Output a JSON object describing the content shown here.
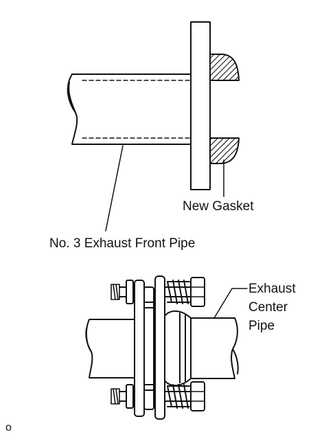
{
  "diagram": {
    "labels": {
      "new_gasket": "New Gasket",
      "front_pipe": "No. 3 Exhaust Front Pipe",
      "center_pipe": [
        "Exhaust",
        "Center",
        "Pipe"
      ],
      "figure_code": "o"
    },
    "colors": {
      "stroke": "#111111",
      "background": "#ffffff"
    }
  }
}
